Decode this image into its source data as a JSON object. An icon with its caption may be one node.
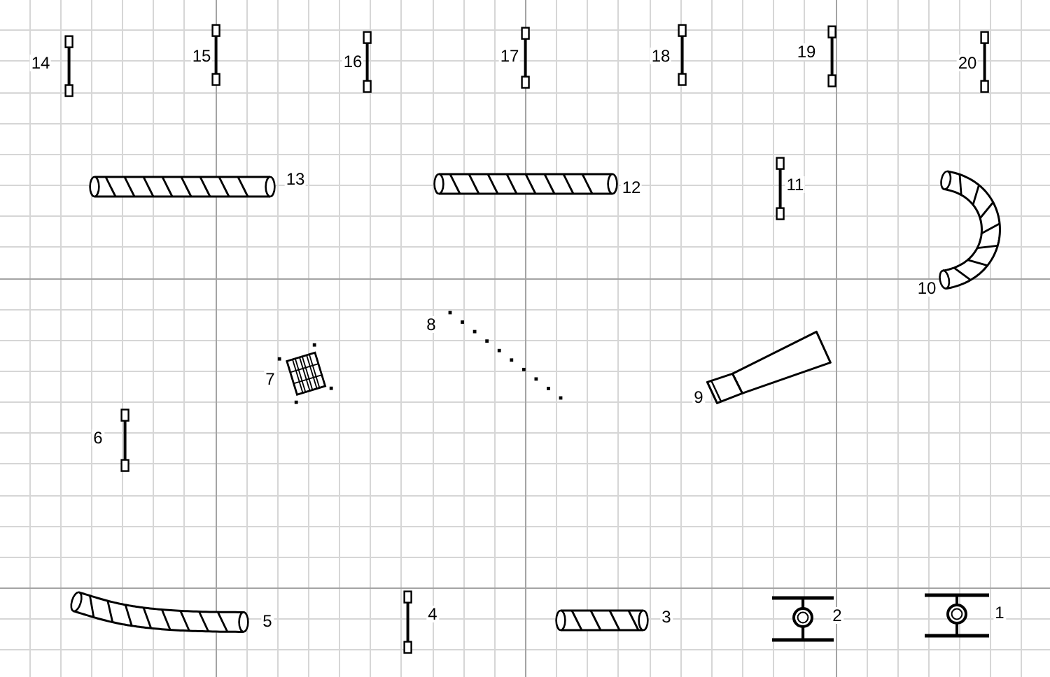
{
  "diagram": {
    "nodes": [
      {
        "text": [],
        "shape": "tire",
        "beside": [
          "1"
        ]
      },
      {
        "text": [],
        "shape": "tire",
        "beside": [
          "2"
        ]
      },
      {
        "text": [],
        "shape": "tunnel",
        "beside": [
          "3"
        ]
      },
      {
        "text": [],
        "shape": "jump",
        "beside": [
          "4"
        ]
      },
      {
        "text": [],
        "shape": "tunnel",
        "beside": [
          "5"
        ]
      },
      {
        "text": [],
        "shape": "jump",
        "beside": [
          "6"
        ]
      },
      {
        "text": [],
        "shape": "table",
        "beside": [
          "7"
        ]
      },
      {
        "text": [],
        "shape": "weave",
        "beside": [
          "8"
        ]
      },
      {
        "text": [],
        "shape": "chute",
        "beside": [
          "9"
        ]
      },
      {
        "text": [],
        "shape": "tunnel",
        "beside": [
          "10"
        ]
      },
      {
        "text": [],
        "shape": "jump",
        "beside": [
          "11"
        ]
      },
      {
        "text": [],
        "shape": "tunnel",
        "beside": [
          "12"
        ]
      },
      {
        "text": [],
        "shape": "tunnel",
        "beside": [
          "13"
        ]
      },
      {
        "text": [],
        "shape": "jump",
        "beside": [
          "14"
        ]
      },
      {
        "text": [],
        "shape": "jump",
        "beside": [
          "15"
        ]
      },
      {
        "text": [],
        "shape": "jump",
        "beside": [
          "16"
        ]
      },
      {
        "text": [],
        "shape": "jump",
        "beside": [
          "17"
        ]
      },
      {
        "text": [],
        "shape": "jump",
        "beside": [
          "18"
        ]
      },
      {
        "text": [],
        "shape": "jump",
        "beside": [
          "19"
        ]
      },
      {
        "text": [],
        "shape": "jump",
        "beside": [
          "20"
        ]
      }
    ]
  }
}
